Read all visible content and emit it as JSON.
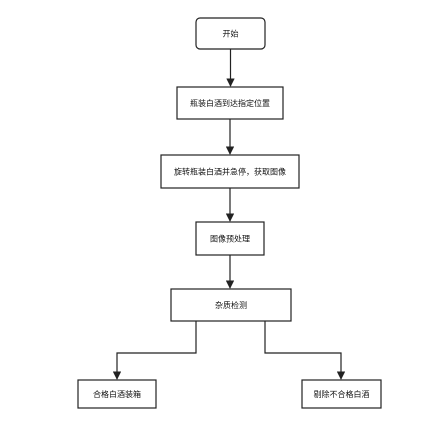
{
  "flowchart": {
    "nodes": {
      "start": "开始",
      "position": "瓶装白酒到达指定位置",
      "rotate": "旋转瓶装白酒并急停，获取图像",
      "preprocess": "图像预处理",
      "detect": "杂质检测",
      "pass": "合格白酒装箱",
      "reject": "剔除不合格白酒"
    }
  }
}
